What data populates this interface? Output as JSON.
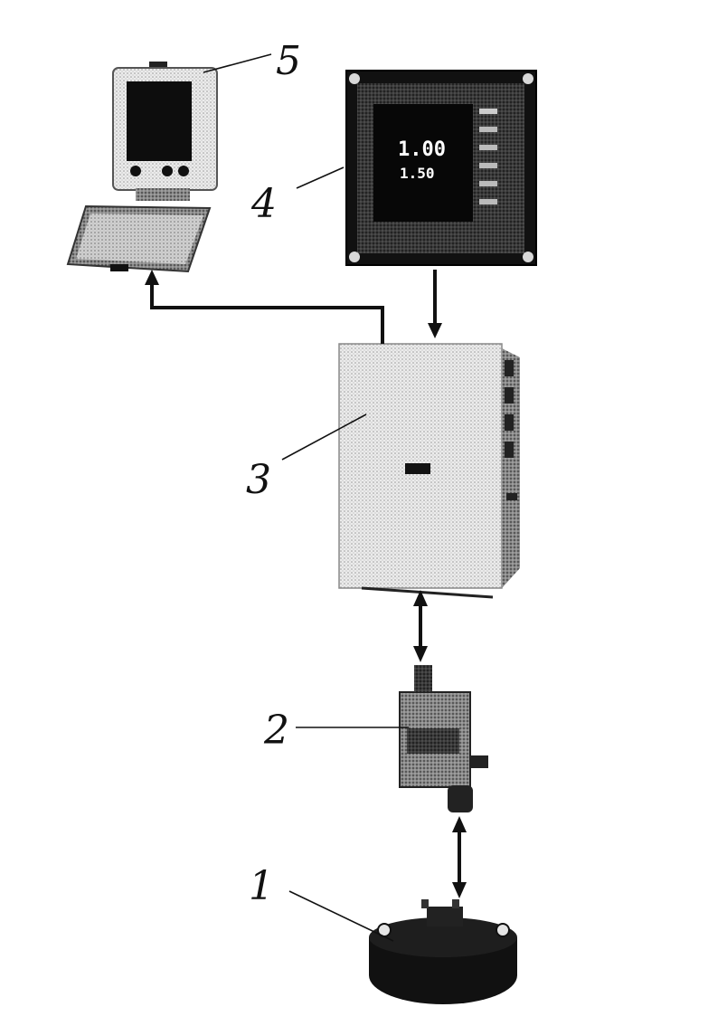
{
  "labels": {
    "l1": "1",
    "l2": "2",
    "l3": "3",
    "l4": "4",
    "l5": "5"
  },
  "display": {
    "line1": "1.00",
    "line2": "1.50"
  },
  "colors": {
    "ink": "#111111",
    "paper": "#ffffff",
    "housing": "#e4e4e4"
  }
}
